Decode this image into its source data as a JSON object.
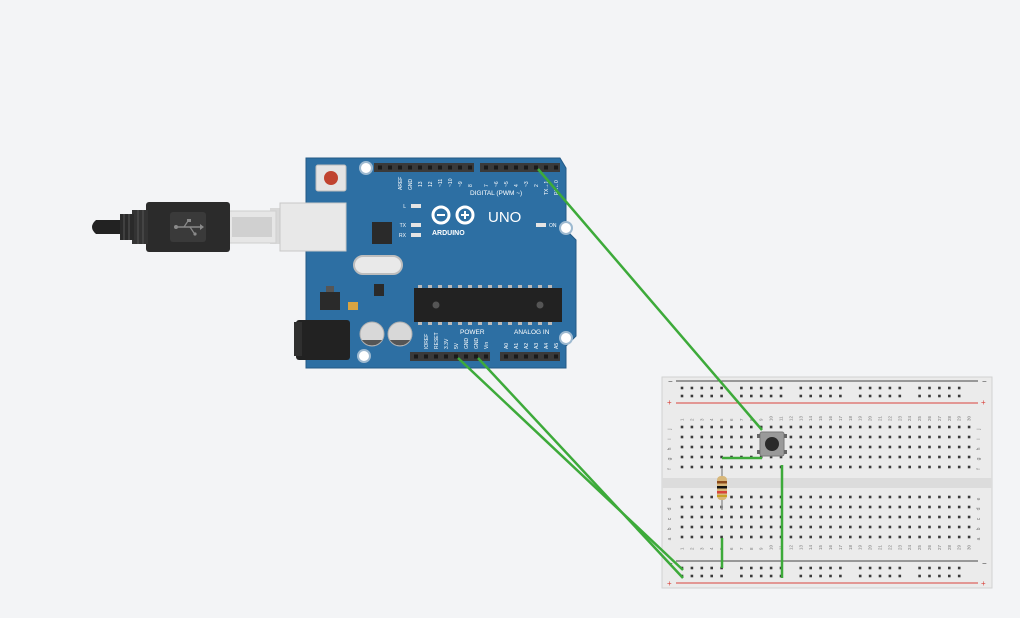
{
  "colors": {
    "background": "#f3f4f6",
    "board": "#2d6fa3",
    "board_edge": "#245a86",
    "header": "#3a3a3a",
    "wire": "#3daa3a",
    "breadboard": "#ebebeb",
    "rail_red": "#d9433c",
    "rail_dark": "#444444"
  },
  "board": {
    "brand": "ARDUINO",
    "model": "UNO",
    "digital_label": "DIGITAL (PWM ~)",
    "power_label": "POWER",
    "analog_label": "ANALOG IN",
    "led_labels": [
      "L",
      "TX",
      "RX"
    ],
    "on_label": "ON",
    "top_pins": [
      "AREF",
      "GND",
      "13",
      "12",
      "~11",
      "~10",
      "~9",
      "8",
      "7",
      "~6",
      "~5",
      "4",
      "~3",
      "2",
      "TX→1",
      "RX←0"
    ],
    "power_pins": [
      "IOREF",
      "RESET",
      "3.3V",
      "5V",
      "GND",
      "GND",
      "Vin"
    ],
    "analog_pins": [
      "A0",
      "A1",
      "A2",
      "A3",
      "A4",
      "A5"
    ]
  },
  "breadboard": {
    "rows_top": [
      "j",
      "i",
      "h",
      "g",
      "f"
    ],
    "rows_bottom": [
      "e",
      "d",
      "c",
      "b",
      "a"
    ],
    "columns": [
      "1",
      "2",
      "3",
      "4",
      "5",
      "6",
      "7",
      "8",
      "9",
      "10",
      "11",
      "12",
      "13",
      "14",
      "15",
      "16",
      "17",
      "18",
      "19",
      "20",
      "21",
      "22",
      "23",
      "24",
      "25",
      "26",
      "27",
      "28",
      "29",
      "30"
    ],
    "rail_minus": "−",
    "rail_plus": "+"
  },
  "components": [
    "arduino-uno",
    "usb-cable",
    "pushbutton",
    "resistor"
  ],
  "icons": [
    "usb-icon",
    "arduino-logo-icon"
  ]
}
